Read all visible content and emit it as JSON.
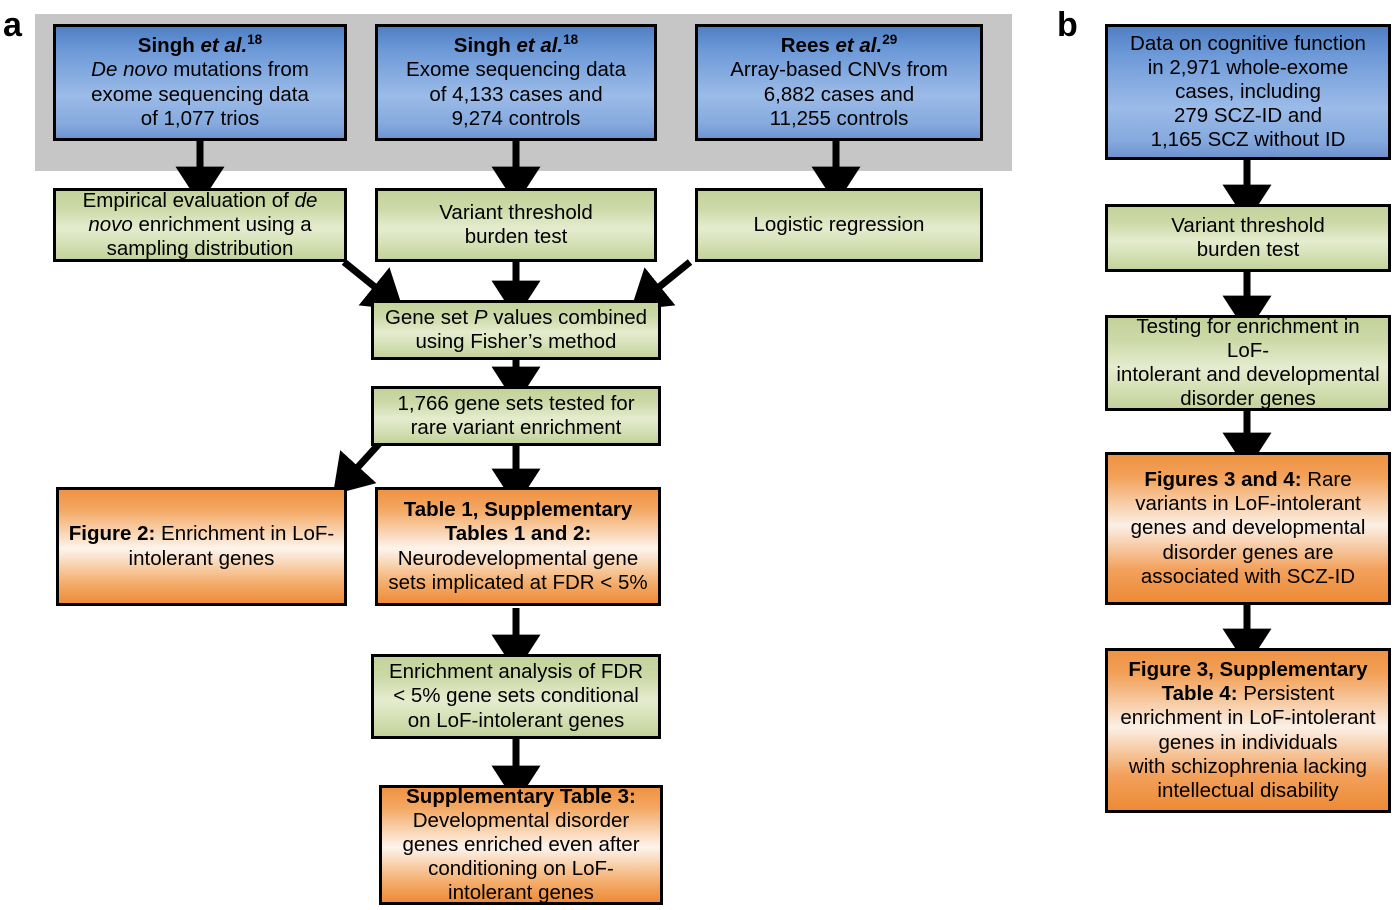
{
  "figure": {
    "panels": [
      {
        "letter": "a",
        "nodes": [
          {
            "id": "a-singh-dn",
            "type": "source",
            "color": "blue",
            "html": "<b>Singh <i>et al.</i><sup>18</sup></b><br><i>De novo</i> mutations from<br>exome sequencing data<br>of 1,077 trios",
            "text": "Singh et al.18 De novo mutations from exome sequencing data of 1,077 trios"
          },
          {
            "id": "a-singh-exome",
            "type": "source",
            "color": "blue",
            "html": "<b>Singh <i>et al.</i><sup>18</sup></b><br>Exome sequencing data<br>of 4,133 cases and<br>9,274 controls",
            "text": "Singh et al.18 Exome sequencing data of 4,133 cases and 9,274 controls"
          },
          {
            "id": "a-rees",
            "type": "source",
            "color": "blue",
            "html": "<b>Rees <i>et al.</i><sup>29</sup></b><br>Array-based CNVs from<br>6,882 cases and<br>11,255 controls",
            "text": "Rees et al.29 Array-based CNVs from 6,882 cases and 11,255 controls"
          },
          {
            "id": "a-empirical",
            "type": "method",
            "color": "green",
            "html": "Empirical evaluation of <i>de</i><br><i>novo</i> enrichment using a<br>sampling distribution",
            "text": "Empirical evaluation of de novo enrichment using a sampling distribution"
          },
          {
            "id": "a-vtburden",
            "type": "method",
            "color": "green",
            "html": "Variant threshold<br>burden test",
            "text": "Variant threshold burden test"
          },
          {
            "id": "a-logistic",
            "type": "method",
            "color": "green",
            "html": "Logistic regression",
            "text": "Logistic regression"
          },
          {
            "id": "a-fisher",
            "type": "method",
            "color": "green",
            "html": "Gene set <i>P</i> values combined<br>using Fisher’s method",
            "text": "Gene set P values combined using Fisher’s method"
          },
          {
            "id": "a-1766",
            "type": "method",
            "color": "green",
            "html": "1,766 gene sets tested for<br>rare variant enrichment",
            "text": "1,766 gene sets tested for rare variant enrichment"
          },
          {
            "id": "a-fig2",
            "type": "result",
            "color": "orange",
            "html": "<b>Figure 2:</b> Enrichment in LoF-<br>intolerant genes",
            "text": "Figure 2: Enrichment in LoF-intolerant genes"
          },
          {
            "id": "a-table1",
            "type": "result",
            "color": "orange",
            "html": "<b>Table 1, Supplementary</b><br><b>Tables 1 and 2:</b><br>Neurodevelopmental gene<br>sets implicated at FDR &lt; 5%",
            "text": "Table 1, Supplementary Tables 1 and 2: Neurodevelopmental gene sets implicated at FDR < 5%"
          },
          {
            "id": "a-cond",
            "type": "method",
            "color": "green",
            "html": "Enrichment analysis of FDR<br>&lt; 5% gene sets conditional<br>on LoF-intolerant genes",
            "text": "Enrichment analysis of FDR < 5% gene sets conditional on LoF-intolerant genes"
          },
          {
            "id": "a-suptable3",
            "type": "result",
            "color": "orange",
            "html": "<b>Supplementary Table 3:</b><br>Developmental disorder<br>genes enriched even after<br>conditioning on LoF-<br>intolerant genes",
            "text": "Supplementary Table 3: Developmental disorder genes enriched even after conditioning on LoF-intolerant genes"
          }
        ]
      },
      {
        "letter": "b",
        "nodes": [
          {
            "id": "b-data",
            "type": "source",
            "color": "blue",
            "html": "Data on cognitive function<br>in 2,971 whole-exome<br>cases, including<br>279 SCZ-ID and<br>1,165 SCZ without ID",
            "text": "Data on cognitive function in 2,971 whole-exome cases, including 279 SCZ-ID and 1,165 SCZ without ID"
          },
          {
            "id": "b-vtburden",
            "type": "method",
            "color": "green",
            "html": "Variant threshold<br>burden test",
            "text": "Variant threshold burden test"
          },
          {
            "id": "b-testing",
            "type": "method",
            "color": "green",
            "html": "Testing for enrichment in LoF-<br>intolerant and developmental<br>disorder genes",
            "text": "Testing for enrichment in LoF-intolerant and developmental disorder genes"
          },
          {
            "id": "b-fig34",
            "type": "result",
            "color": "orange-b",
            "html": "<b>Figures 3 and 4:</b> Rare<br>variants in LoF-intolerant<br>genes and developmental<br>disorder genes are<br>associated with SCZ-ID",
            "text": "Figures 3 and 4: Rare variants in LoF-intolerant genes and developmental disorder genes are associated with SCZ-ID"
          },
          {
            "id": "b-fig3sup",
            "type": "result",
            "color": "orange-b",
            "html": "<b>Figure 3, Supplementary</b><br><b>Table 4:</b> Persistent<br>enrichment in LoF-intolerant<br>genes in individuals<br>with schizophrenia lacking<br>intellectual disability",
            "text": "Figure 3, Supplementary Table 4: Persistent enrichment in LoF-intolerant genes in individuals with schizophrenia lacking intellectual disability"
          }
        ]
      }
    ],
    "colors": {
      "source_box": "#7FA3DB",
      "method_box": "#D3DFB0",
      "result_box": "#F2A05A",
      "band": "#C6C6C6",
      "stroke": "#000000"
    }
  }
}
